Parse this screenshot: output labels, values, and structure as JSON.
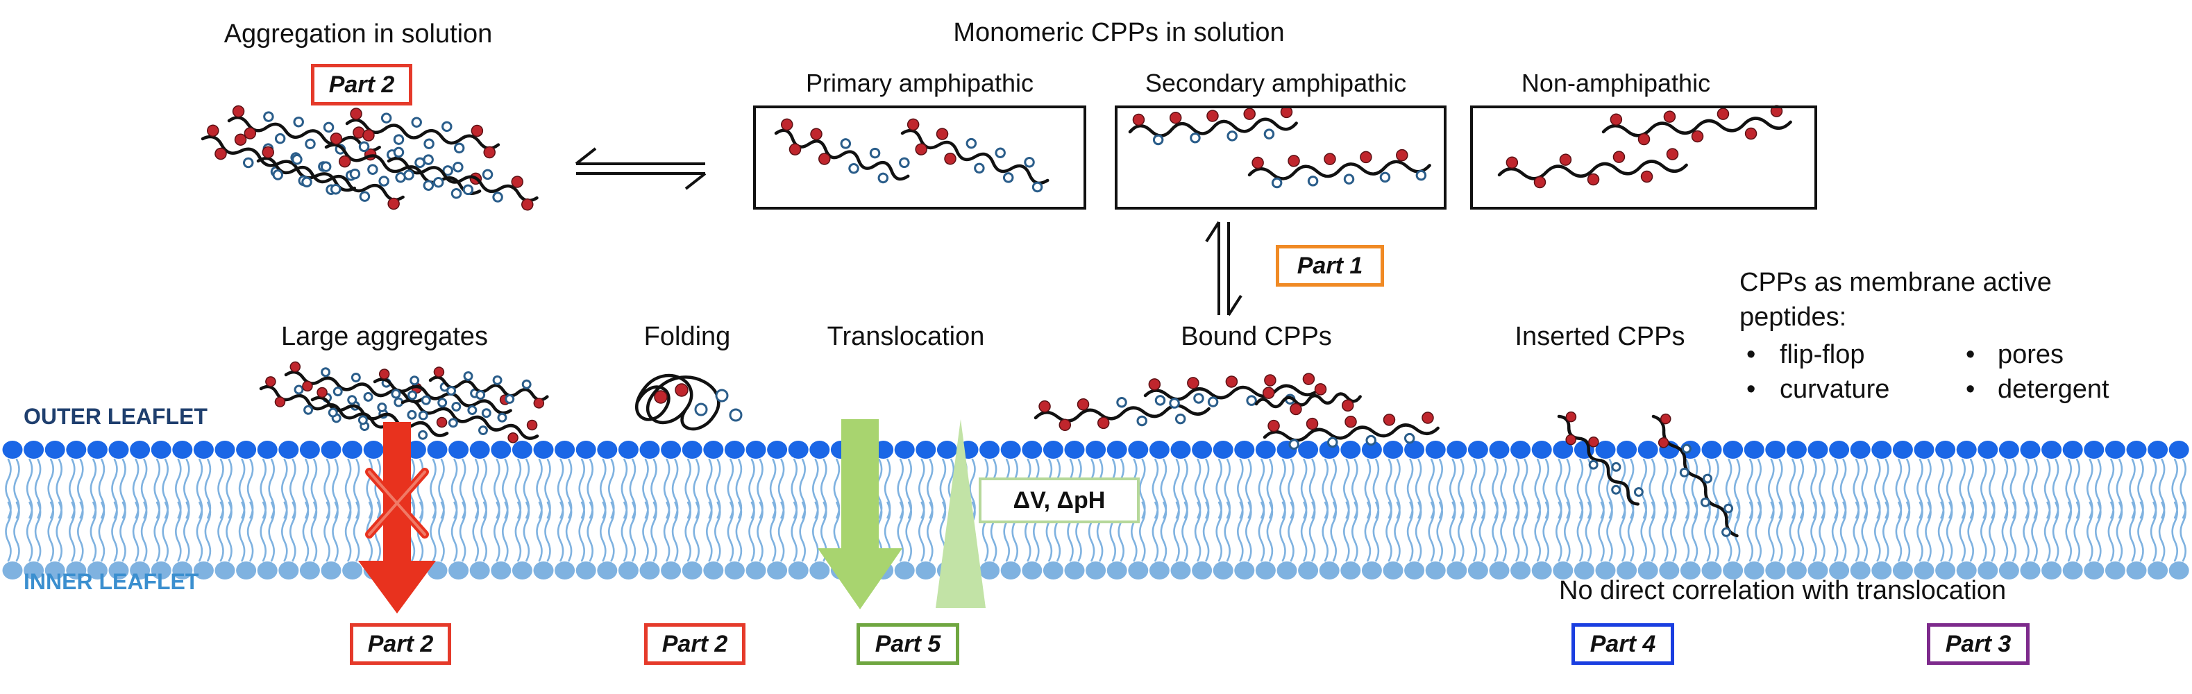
{
  "top": {
    "aggregation_title": "Aggregation in solution",
    "monomeric_title": "Monomeric CPPs in solution",
    "primary": "Primary amphipathic",
    "secondary": "Secondary amphipathic",
    "non": "Non-amphipathic"
  },
  "stages": {
    "large_aggregates": "Large aggregates",
    "folding": "Folding",
    "translocation": "Translocation",
    "bound": "Bound CPPs",
    "inserted": "Inserted CPPs"
  },
  "membrane_active": {
    "title_line1": "CPPs as membrane active",
    "title_line2": "peptides:",
    "items": [
      "flip-flop",
      "pores",
      "curvature",
      "detergent"
    ],
    "bullet": "•"
  },
  "leaflets": {
    "outer": "OUTER LEAFLET",
    "inner": "INNER LEAFLET"
  },
  "gradient_label": "ΔV, ΔpH",
  "no_correlation": "No direct correlation with translocation",
  "parts": {
    "top_aggregation": "Part 2",
    "equilibrium": "Part 1",
    "large": "Part 2",
    "folding": "Part 2",
    "translocation": "Part 5",
    "inserted": "Part 4",
    "membrane_active": "Part 3"
  },
  "colors": {
    "peptide": "#111111",
    "cationic_residue": "#c0262d",
    "hydrophobic_residue": "#ffffff",
    "hydrophobic_ring": "#2a5d8a",
    "lipid_head": "#1a66e6",
    "lipid_tail": "#7fb2e0",
    "outer_leaflet_text": "#1f3f6e",
    "inner_leaflet_text": "#3b8fcf",
    "blocked_arrow": "#e8321e",
    "translocation_arrow": "#a8d46f",
    "gradient_fill": "#c2e3a6",
    "part_red": "#e53a2a",
    "part_orange": "#f08a24",
    "part_green": "#6fa640",
    "part_blue": "#1a3ee0",
    "part_purple": "#7d2a8c"
  }
}
